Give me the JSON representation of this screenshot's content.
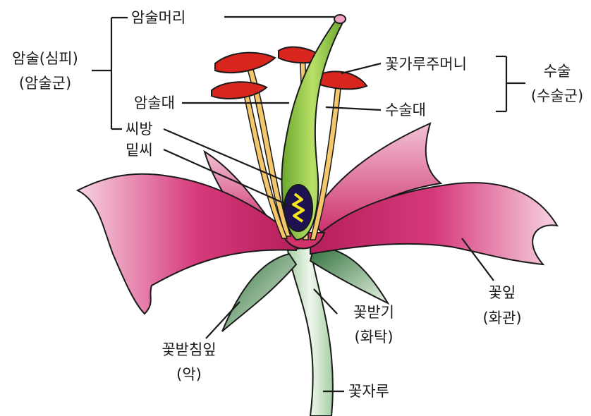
{
  "labels": {
    "stigma": "암술머리",
    "pistil_line1": "암술(심피)",
    "pistil_line2": "(암술군)",
    "style": "암술대",
    "ovary": "씨방",
    "ovule": "밑씨",
    "anther": "꽃가루주머니",
    "filament": "수술대",
    "stamen_line1": "수술",
    "stamen_line2": "(수술군)",
    "petal_line1": "꽃잎",
    "petal_line2": "(화관)",
    "receptacle_line1": "꽃받기",
    "receptacle_line2": "(화탁)",
    "sepal_line1": "꽃받침잎",
    "sepal_line2": "(악)",
    "pedicel": "꽃자루"
  },
  "colors": {
    "petal": "#d2336b",
    "petal_light": "#f6cfe0",
    "anther": "#d8261f",
    "filament": "#f3c76a",
    "pistil": "#8dc63f",
    "ovary_inner": "#1f1250",
    "ovule": "#f5e31b",
    "sepal": "#3f8a4a",
    "stem": "#c9e3c4"
  }
}
